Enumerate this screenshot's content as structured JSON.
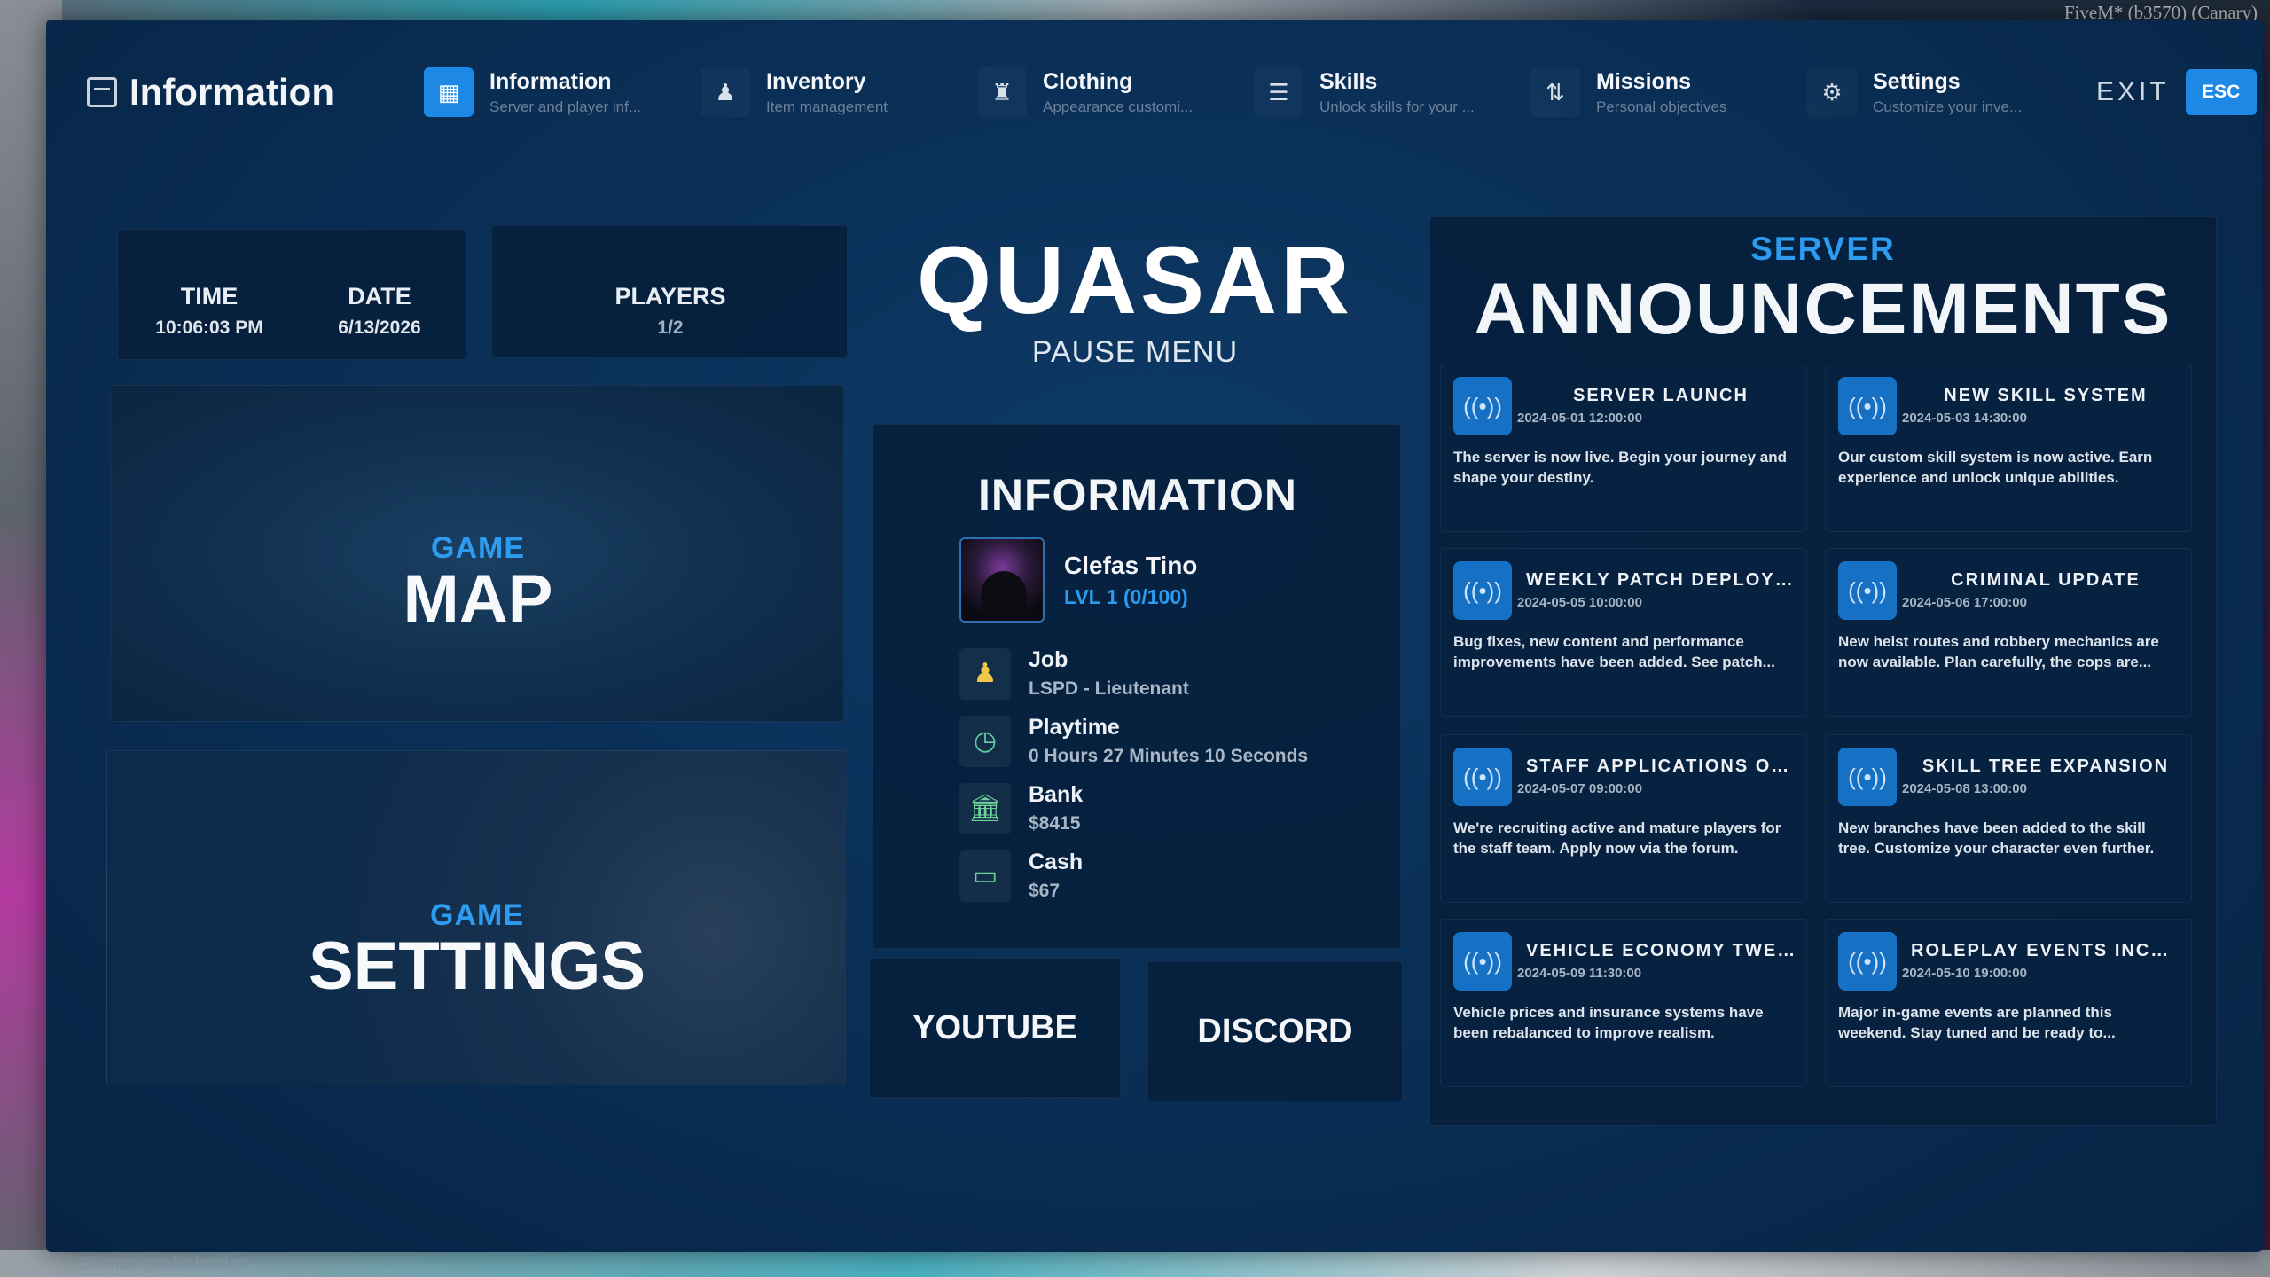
{
  "window": {
    "fivem_label": "FiveM* (b3570) (Canary)"
  },
  "header": {
    "title": "Information",
    "tabs": [
      {
        "label": "Information",
        "sub": "Server and player inf...",
        "icon": "map-icon",
        "active": true
      },
      {
        "label": "Inventory",
        "sub": "Item management",
        "icon": "person-icon",
        "active": false
      },
      {
        "label": "Clothing",
        "sub": "Appearance customi...",
        "icon": "shirt-icon",
        "active": false
      },
      {
        "label": "Skills",
        "sub": "Unlock skills for your ...",
        "icon": "layers-icon",
        "active": false
      },
      {
        "label": "Missions",
        "sub": "Personal objectives",
        "icon": "route-icon",
        "active": false
      },
      {
        "label": "Settings",
        "sub": "Customize your inve...",
        "icon": "gear-icon",
        "active": false
      }
    ],
    "exit_label": "EXIT",
    "esc_label": "ESC"
  },
  "stats": {
    "time_label": "TIME",
    "time_value": "10:06:03 PM",
    "date_label": "DATE",
    "date_value": "6/13/2026",
    "players_label": "PLAYERS",
    "players_value": "1/2"
  },
  "map_card": {
    "sub": "GAME",
    "main": "MAP"
  },
  "settings_card": {
    "sub": "GAME",
    "main": "SETTINGS"
  },
  "brand": {
    "title": "QUASAR",
    "subtitle": "PAUSE MENU"
  },
  "information": {
    "title": "INFORMATION",
    "player_name": "Clefas Tino",
    "level": "LVL 1 (0/100)",
    "rows": [
      {
        "label": "Job",
        "value": "LSPD - Lieutenant",
        "icon": "job-icon"
      },
      {
        "label": "Playtime",
        "value": "0 Hours 27 Minutes 10 Seconds",
        "icon": "clock-icon"
      },
      {
        "label": "Bank",
        "value": "$8415",
        "icon": "bank-icon"
      },
      {
        "label": "Cash",
        "value": "$67",
        "icon": "wallet-icon"
      }
    ]
  },
  "social": {
    "youtube": "YOUTUBE",
    "discord": "DISCORD"
  },
  "announcements": {
    "sub": "SERVER",
    "title": "ANNOUNCEMENTS",
    "items": [
      {
        "title": "SERVER LAUNCH",
        "date": "2024-05-01 12:00:00",
        "body": "The server is now live. Begin your journey and shape your destiny."
      },
      {
        "title": "NEW SKILL SYSTEM",
        "date": "2024-05-03 14:30:00",
        "body": "Our custom skill system is now active. Earn experience and unlock unique abilities."
      },
      {
        "title": "WEEKLY PATCH DEPLOYED",
        "date": "2024-05-05 10:00:00",
        "body": "Bug fixes, new content and performance improvements have been added. See patch..."
      },
      {
        "title": "CRIMINAL UPDATE",
        "date": "2024-05-06 17:00:00",
        "body": "New heist routes and robbery mechanics are now available. Plan carefully, the cops are..."
      },
      {
        "title": "STAFF APPLICATIONS OPEN",
        "date": "2024-05-07 09:00:00",
        "body": "We're recruiting active and mature players for the staff team. Apply now via the forum."
      },
      {
        "title": "SKILL TREE EXPANSION",
        "date": "2024-05-08 13:00:00",
        "body": "New branches have been added to the skill tree. Customize your character even further."
      },
      {
        "title": "VEHICLE ECONOMY TWEAKS",
        "date": "2024-05-09 11:30:00",
        "body": "Vehicle prices and insurance systems have been rebalanced to improve realism."
      },
      {
        "title": "ROLEPLAY EVENTS INCOMI...",
        "date": "2024-05-10 19:00:00",
        "body": "Major in-game events are planned this weekend. Stay tuned and be ready to..."
      }
    ]
  },
  "footer": {
    "mods": "28 mod packs loaded"
  },
  "colors": {
    "accent": "#1e88e5",
    "accent_text": "#2d9cf0",
    "panel": "#0a2f57"
  }
}
